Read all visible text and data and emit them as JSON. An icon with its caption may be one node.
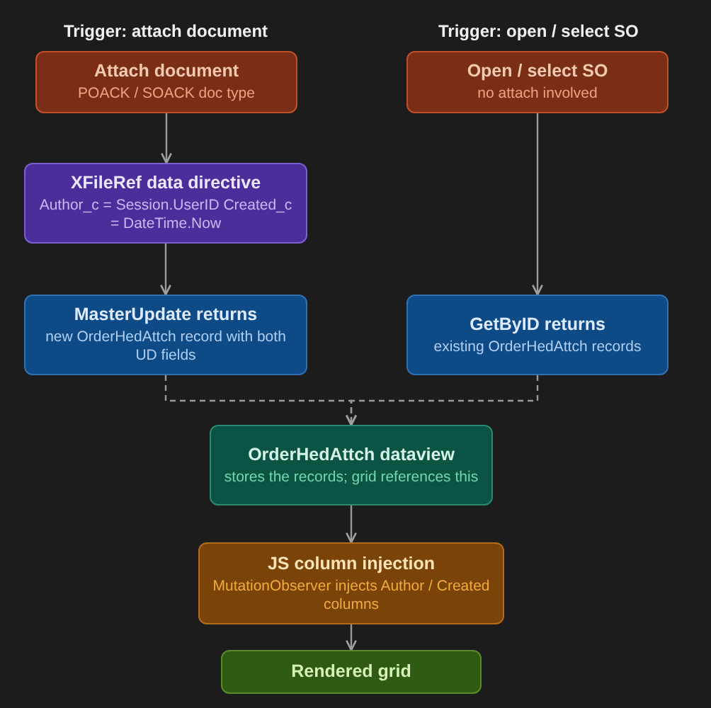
{
  "diagram": {
    "nodes": [
      {
        "text": [
          "Attach document",
          "POACK / SOACK doc type"
        ]
      },
      {
        "text": [
          "Open / select SO",
          "no attach involved"
        ]
      },
      {
        "text": [
          "XFileRef data directive",
          "Author_c = Session.UserID Created_c = DateTime.Now"
        ]
      },
      {
        "text": [
          "MasterUpdate returns",
          "new OrderHedAttch record with both UD fields"
        ]
      },
      {
        "text": [
          "GetByID returns",
          "existing OrderHedAttch records"
        ]
      },
      {
        "text": [
          "OrderHedAttch dataview",
          "stores the records; grid references this"
        ]
      },
      {
        "text": [
          "JS column injection",
          "MutationObserver injects Author / Created columns"
        ]
      },
      {
        "text": [
          "Rendered grid"
        ]
      }
    ],
    "edges": [
      {
        "from": 0,
        "to": 2,
        "arrow": "to"
      },
      {
        "from": 2,
        "to": 3,
        "arrow": "to"
      },
      {
        "from": 1,
        "to": 4,
        "arrow": "to"
      },
      {
        "from": 3,
        "to": 5,
        "arrow": "to",
        "style": "dashed"
      },
      {
        "from": 4,
        "to": 5,
        "arrow": "to",
        "style": "dashed"
      },
      {
        "from": 5,
        "to": 6,
        "arrow": "to"
      },
      {
        "from": 6,
        "to": 7,
        "arrow": "to"
      }
    ],
    "labels": [
      "Trigger: attach document",
      "Trigger: open / select SO"
    ]
  }
}
